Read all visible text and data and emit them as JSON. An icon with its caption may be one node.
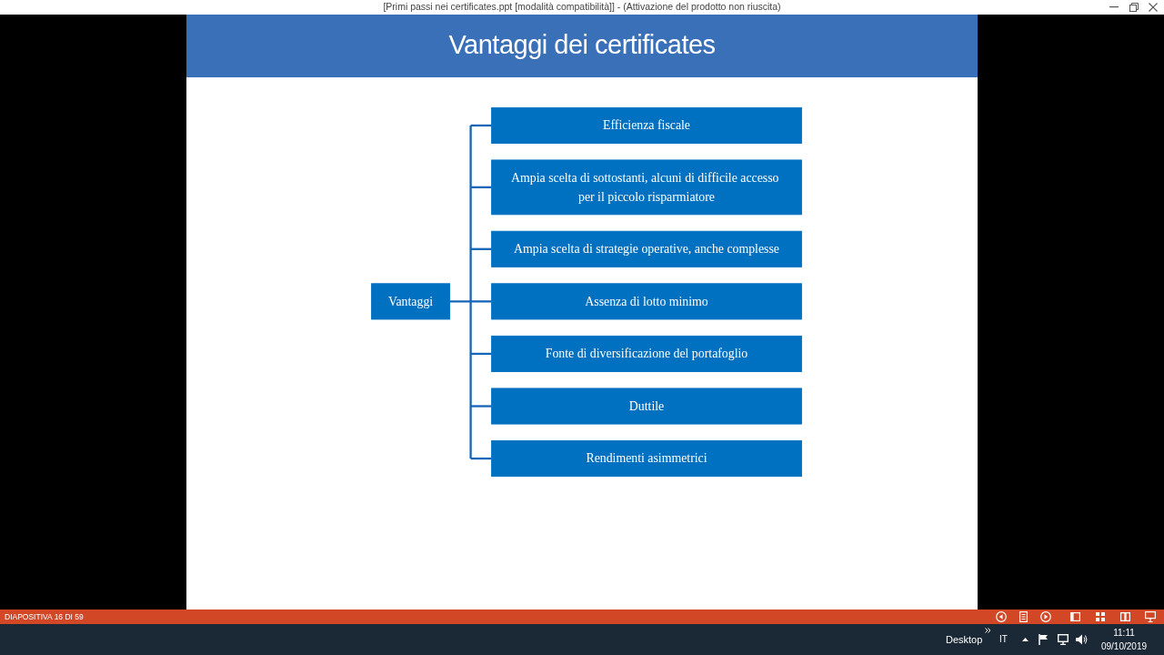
{
  "diagram": {
    "title": "Vantaggi dei certificates",
    "nodes": [
      {
        "text": [
          "Vantaggi"
        ]
      },
      {
        "text": [
          "Efficienza fiscale"
        ]
      },
      {
        "text": [
          "Ampia scelta di sottostanti, alcuni di difficile accesso per il piccolo risparmiatore"
        ]
      },
      {
        "text": [
          "Ampia scelta di strategie operative, anche complesse"
        ]
      },
      {
        "text": [
          "Assenza di lotto minimo"
        ]
      },
      {
        "text": [
          "Fonte di diversificazione del portafoglio"
        ]
      },
      {
        "text": [
          "Duttile"
        ]
      },
      {
        "text": [
          "Rendimenti asimmetrici"
        ]
      }
    ],
    "edges": [
      {
        "from": 0,
        "to": 1,
        "arrow": "none"
      },
      {
        "from": 0,
        "to": 2,
        "arrow": "none"
      },
      {
        "from": 0,
        "to": 3,
        "arrow": "none"
      },
      {
        "from": 0,
        "to": 4,
        "arrow": "none"
      },
      {
        "from": 0,
        "to": 5,
        "arrow": "none"
      },
      {
        "from": 0,
        "to": 6,
        "arrow": "none"
      },
      {
        "from": 0,
        "to": 7,
        "arrow": "none"
      }
    ],
    "labels": [
      "[Primi passi nei certificates.ppt [modalità compatibilità]] - (Attivazione del prodotto non riuscita)",
      "DIAPOSITIVA 16 DI 59",
      "Desktop",
      "IT",
      "11:11",
      "09/10/2019"
    ]
  }
}
